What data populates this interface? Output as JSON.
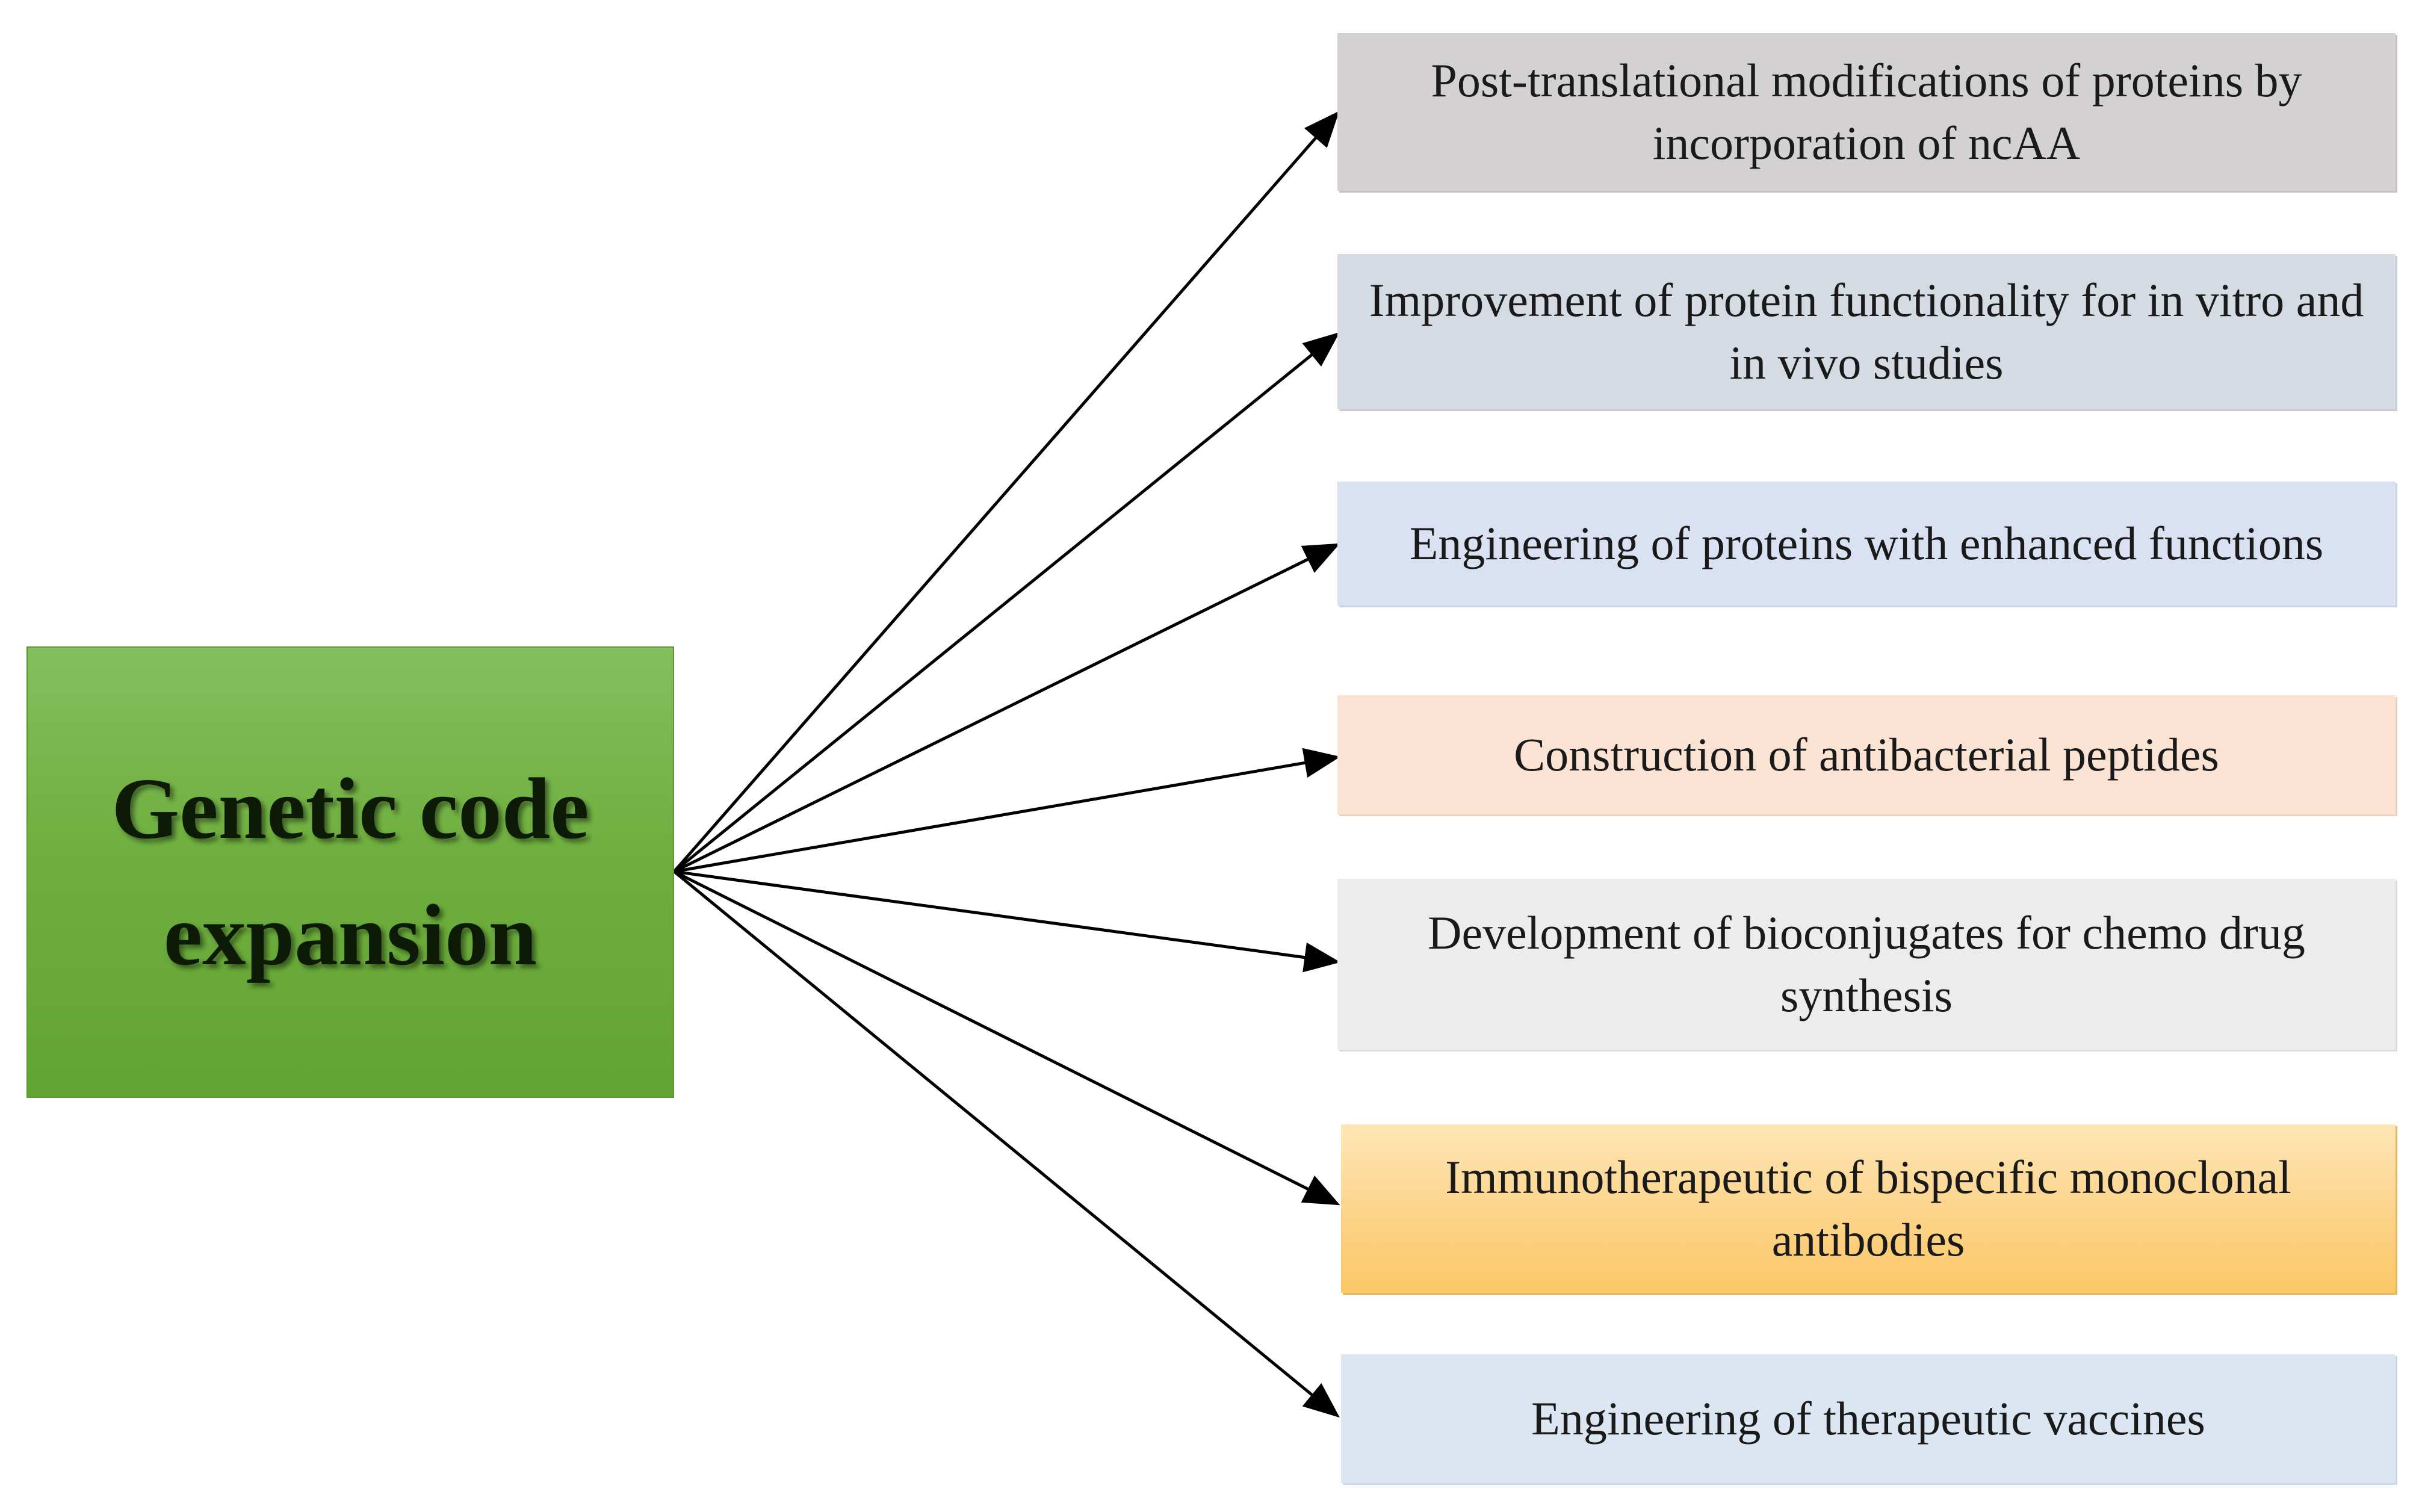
{
  "source": {
    "title": "Genetic code expansion",
    "color": "#70ad47"
  },
  "targets": [
    {
      "label": "Post-translational modifications of proteins by incorporation of ncAA",
      "color": "#d3d1d1"
    },
    {
      "label": "Improvement of protein functionality for in vitro and in vivo studies",
      "color": "#d5dbe3"
    },
    {
      "label": "Engineering of proteins with enhanced functions",
      "color": "#d9e1f3"
    },
    {
      "label": "Construction of antibacterial peptides",
      "color": "#fbe3d4"
    },
    {
      "label": "Development of bioconjugates for chemo drug synthesis",
      "color": "#ececec"
    },
    {
      "label": "Immunotherapeutic of bispecific monoclonal antibodies",
      "color": "#fcd389"
    },
    {
      "label": "Engineering of therapeutic vaccines",
      "color": "#dce6f3"
    }
  ],
  "arrow_color": "#000000"
}
